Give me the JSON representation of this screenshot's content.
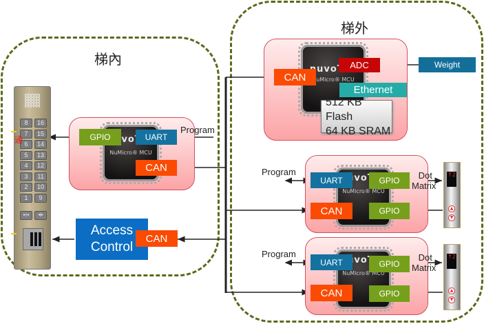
{
  "zones": {
    "inside": {
      "title": "梯內"
    },
    "outside": {
      "title": "梯外"
    }
  },
  "chip": {
    "brand": "nuvoTon",
    "model": "NuMicro® MCU"
  },
  "car_controller": {
    "gpio": "GPIO",
    "uart": "UART",
    "can": "CAN",
    "program_label": "Program"
  },
  "car_panel": {
    "keys_left": [
      "8",
      "7",
      "6",
      "5",
      "4",
      "3",
      "2",
      "1"
    ],
    "keys_right": [
      "16",
      "15",
      "14",
      "13",
      "12",
      "11",
      "10",
      "9"
    ],
    "annotation": "通",
    "door_keys": [
      "▸|◂",
      "◂|▸"
    ]
  },
  "access_control": {
    "label_line1": "Access",
    "label_line2": "Control",
    "can": "CAN"
  },
  "main_controller": {
    "can": "CAN",
    "adc": "ADC",
    "ethernet": "Ethernet",
    "memory_line1": "512 KB Flash",
    "memory_line2": "64 KB SRAM",
    "weight": "Weight"
  },
  "hall_controllers": [
    {
      "program_label": "Program",
      "uart": "UART",
      "gpio_out": "GPIO",
      "can": "CAN",
      "gpio_in": "GPIO",
      "dot_label_line1": "Dot",
      "dot_label_line2": "Matrix",
      "display": "↑2"
    },
    {
      "program_label": "Program",
      "uart": "UART",
      "gpio_out": "GPIO",
      "can": "CAN",
      "gpio_in": "GPIO",
      "dot_label_line1": "Dot",
      "dot_label_line2": "Matrix",
      "display": "↑2"
    }
  ],
  "colors": {
    "zone_border": "#5a6a1c",
    "gpio": "#76a01c",
    "uart": "#1472a0",
    "can": "#fb4a02",
    "adc": "#c60606",
    "ethernet": "#25aca8",
    "access_control": "#0b6ec4",
    "board": "#fca4a6"
  }
}
